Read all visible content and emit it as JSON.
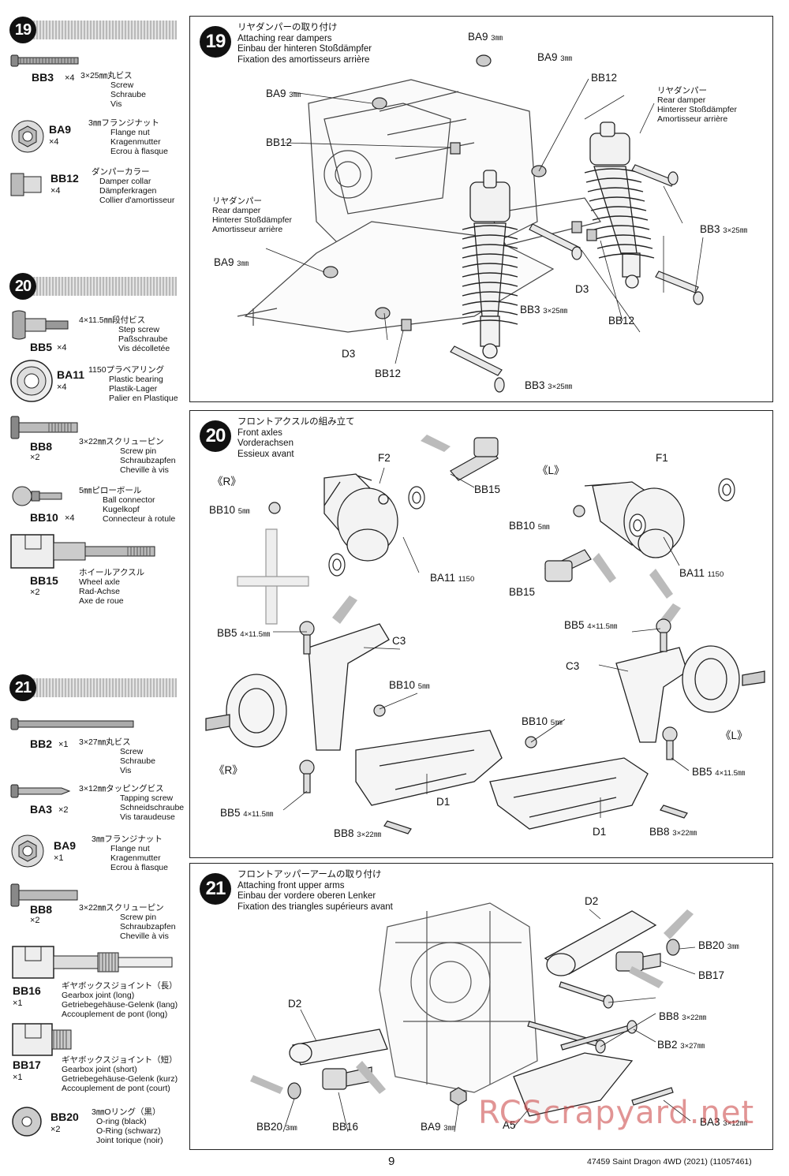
{
  "page_number": "9",
  "footer": "47459 Saint Dragon 4WD (2021) (11057461)",
  "watermark": "RCScrapyard.net",
  "left": {
    "s19": {
      "num": "19",
      "parts": [
        {
          "code": "BB3",
          "qty": "×4",
          "desc": [
            "3×25㎜丸ビス",
            "Screw",
            "Schraube",
            "Vis"
          ]
        },
        {
          "code": "BA9",
          "qty": "×4",
          "desc": [
            "3㎜フランジナット",
            "Flange nut",
            "Kragenmutter",
            "Ecrou à flasque"
          ]
        },
        {
          "code": "BB12",
          "qty": "×4",
          "desc": [
            "ダンパーカラー",
            "Damper collar",
            "Dämpferkragen",
            "Collier d'amortisseur"
          ]
        }
      ]
    },
    "s20": {
      "num": "20",
      "parts": [
        {
          "code": "BB5",
          "qty": "×4",
          "desc": [
            "4×11.5㎜段付ビス",
            "Step screw",
            "Paßschraube",
            "Vis décolletée"
          ]
        },
        {
          "code": "BA11",
          "qty": "×4",
          "desc": [
            "1150プラベアリング",
            "Plastic bearing",
            "Plastik-Lager",
            "Palier en Plastique"
          ]
        },
        {
          "code": "BB8",
          "qty": "×2",
          "desc": [
            "3×22㎜スクリューピン",
            "Screw pin",
            "Schraubzapfen",
            "Cheville à vis"
          ]
        },
        {
          "code": "BB10",
          "qty": "×4",
          "desc": [
            "5㎜ピローボール",
            "Ball connector",
            "Kugelkopf",
            "Connecteur à rotule"
          ]
        },
        {
          "code": "BB15",
          "qty": "×2",
          "desc": [
            "ホイールアクスル",
            "Wheel axle",
            "Rad-Achse",
            "Axe de roue"
          ]
        }
      ]
    },
    "s21": {
      "num": "21",
      "parts": [
        {
          "code": "BB2",
          "qty": "×1",
          "desc": [
            "3×27㎜丸ビス",
            "Screw",
            "Schraube",
            "Vis"
          ]
        },
        {
          "code": "BA3",
          "qty": "×2",
          "desc": [
            "3×12㎜タッピングビス",
            "Tapping screw",
            "Schneidschraube",
            "Vis taraudeuse"
          ]
        },
        {
          "code": "BA9",
          "qty": "×1",
          "desc": [
            "3㎜フランジナット",
            "Flange nut",
            "Kragenmutter",
            "Ecrou à flasque"
          ]
        },
        {
          "code": "BB8",
          "qty": "×2",
          "desc": [
            "3×22㎜スクリューピン",
            "Screw pin",
            "Schraubzapfen",
            "Cheville à vis"
          ]
        },
        {
          "code": "BB16",
          "qty": "×1",
          "desc": [
            "ギヤボックスジョイント（長）",
            "Gearbox joint (long)",
            "Getriebegehäuse-Gelenk (lang)",
            "Accouplement de pont (long)"
          ]
        },
        {
          "code": "BB17",
          "qty": "×1",
          "desc": [
            "ギヤボックスジョイント（短）",
            "Gearbox joint (short)",
            "Getriebegehäuse-Gelenk (kurz)",
            "Accouplement de pont (court)"
          ]
        },
        {
          "code": "BB20",
          "qty": "×2",
          "desc": [
            "3㎜Oリング（黒）",
            "O-ring (black)",
            "O-Ring (schwarz)",
            "Joint torique (noir)"
          ]
        }
      ]
    }
  },
  "panel19": {
    "num": "19",
    "title": [
      "リヤダンパーの取り付け",
      "Attaching rear dampers",
      "Einbau der hinteren Stoßdämpfer",
      "Fixation des amortisseurs arrière"
    ],
    "rear_damper_right": [
      "リヤダンパー",
      "Rear damper",
      "Hinterer Stoßdämpfer",
      "Amortisseur arrière"
    ],
    "rear_damper_left": [
      "リヤダンパー",
      "Rear damper",
      "Hinterer Stoßdämpfer",
      "Amortisseur arrière"
    ],
    "labels": {
      "ba9_top": "BA9",
      "ba9_top_sz": "3㎜",
      "ba9_top2": "BA9",
      "ba9_top2_sz": "3㎜",
      "ba9_left": "BA9",
      "ba9_left_sz": "3㎜",
      "ba9_low": "BA9",
      "ba9_low_sz": "3㎜",
      "bb12_a": "BB12",
      "bb12_b": "BB12",
      "bb12_c": "BB12",
      "bb12_d": "BB12",
      "bb3_a": "BB3",
      "bb3_a_sz": "3×25㎜",
      "bb3_b": "BB3",
      "bb3_b_sz": "3×25㎜",
      "bb3_c": "BB3",
      "bb3_c_sz": "3×25㎜",
      "d3_a": "D3",
      "d3_b": "D3"
    }
  },
  "panel20": {
    "num": "20",
    "title": [
      "フロントアクスルの組み立て",
      "Front axles",
      "Vorderachsen",
      "Essieux avant"
    ],
    "labels": {
      "r_top": "《R》",
      "l_top": "《L》",
      "r_low": "《R》",
      "l_low": "《L》",
      "f2": "F2",
      "f1": "F1",
      "bb15_a": "BB15",
      "bb15_b": "BB15",
      "bb10_a": "BB10",
      "bb10_a_sz": "5㎜",
      "bb10_b": "BB10",
      "bb10_b_sz": "5㎜",
      "bb10_c": "BB10",
      "bb10_c_sz": "5㎜",
      "bb10_d": "BB10",
      "bb10_d_sz": "5㎜",
      "ba11_a": "BA11",
      "ba11_a_sz": "1150",
      "ba11_b": "BA11",
      "ba11_b_sz": "1150",
      "bb5_a": "BB5",
      "bb5_a_sz": "4×11.5㎜",
      "bb5_b": "BB5",
      "bb5_b_sz": "4×11.5㎜",
      "bb5_c": "BB5",
      "bb5_c_sz": "4×11.5㎜",
      "bb5_d": "BB5",
      "bb5_d_sz": "4×11.5㎜",
      "c3_a": "C3",
      "c3_b": "C3",
      "d1_a": "D1",
      "d1_b": "D1",
      "bb8_a": "BB8",
      "bb8_a_sz": "3×22㎜",
      "bb8_b": "BB8",
      "bb8_b_sz": "3×22㎜"
    }
  },
  "panel21": {
    "num": "21",
    "title": [
      "フロントアッパーアームの取り付け",
      "Attaching front upper arms",
      "Einbau der vordere oberen Lenker",
      "Fixation des triangles supérieurs avant"
    ],
    "labels": {
      "d2_a": "D2",
      "d2_b": "D2",
      "bb20_a": "BB20",
      "bb20_a_sz": "3㎜",
      "bb20_b": "BB20",
      "bb20_b_sz": "3㎜",
      "bb17": "BB17",
      "bb8": "BB8",
      "bb8_sz": "3×22㎜",
      "bb2": "BB2",
      "bb2_sz": "3×27㎜",
      "bb16": "BB16",
      "ba9": "BA9",
      "ba9_sz": "3㎜",
      "a5": "A5",
      "ba3": "BA3",
      "ba3_sz": "3×12㎜"
    }
  }
}
